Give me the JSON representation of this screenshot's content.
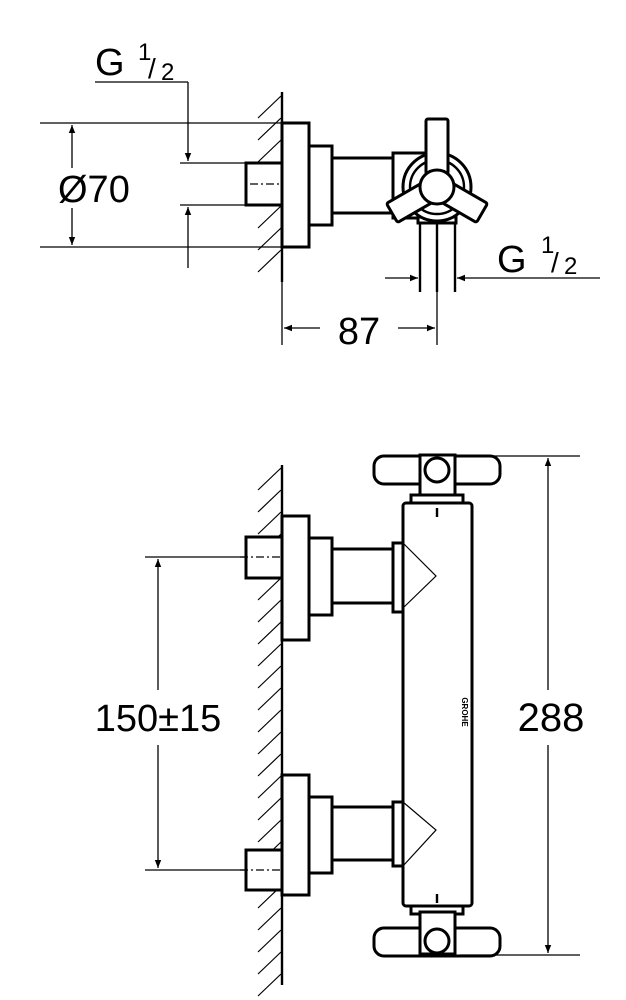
{
  "top_view": {
    "diameter_label": "Ø70",
    "inlet_thread": {
      "main": "G",
      "fraction_num": "1",
      "fraction_den": "2"
    },
    "outlet_thread": {
      "main": "G",
      "fraction_num": "1",
      "fraction_den": "2"
    },
    "projection_label": "87"
  },
  "front_view": {
    "spacing_label": "150±15",
    "height_label": "288",
    "logo_text": "GROHE"
  },
  "colors": {
    "line": "#000000",
    "background": "#ffffff"
  }
}
